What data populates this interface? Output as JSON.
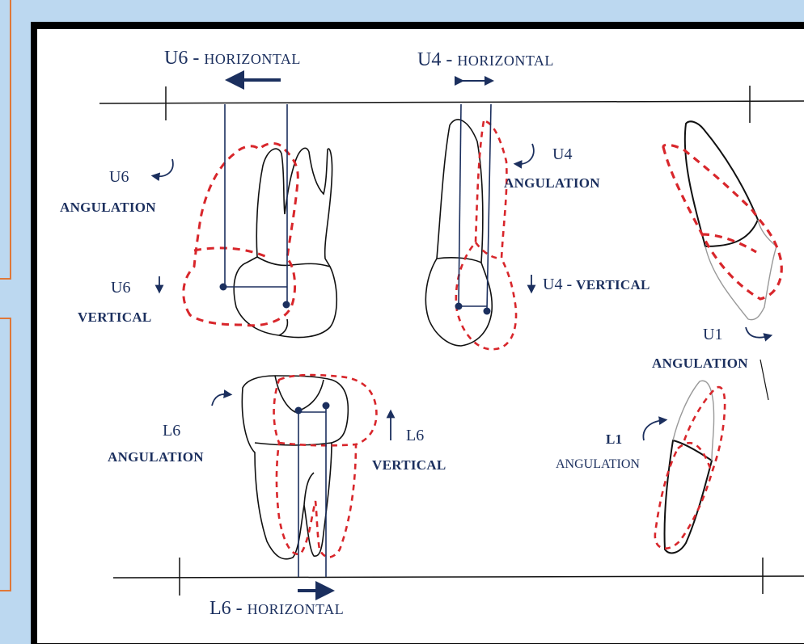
{
  "labels": {
    "u6_horizontal": {
      "code": "U6",
      "sep": " - ",
      "word": "HORIZONTAL"
    },
    "u4_horizontal": {
      "code": "U4",
      "sep": " - ",
      "word": "HORIZONTAL"
    },
    "l6_horizontal": {
      "code": "L6",
      "sep": " - ",
      "word": "HORIZONTAL"
    },
    "u6_angulation": {
      "code": "U6",
      "word": "ANGULATION"
    },
    "u6_vertical": {
      "code": "U6",
      "word": "VERTICAL"
    },
    "u4_angulation": {
      "code": "U4",
      "word": "ANGULATION"
    },
    "u4_vertical": {
      "code": "U4",
      "sep": " - ",
      "word": "VERTICAL"
    },
    "u1_angulation": {
      "code": "U1",
      "word": "ANGULATION"
    },
    "l6_angulation": {
      "code": "L6",
      "word": "ANGULATION"
    },
    "l6_vertical": {
      "code": "L6",
      "word": "VERTICAL"
    },
    "l1_angulation": {
      "code": "L1",
      "word": "ANGULATION"
    }
  },
  "colors": {
    "background": "#bcd8f0",
    "frame": "#000000",
    "label": "#1b2f5e",
    "tooth_outline": "#111111",
    "moved_outline": "#d8262b",
    "reference_line": "#1b2f5e",
    "panel_border": "#e07838"
  },
  "icons": {
    "arrow_left": "arrow-left-icon",
    "arrow_double": "arrow-left-right-icon",
    "arrow_right": "arrow-right-icon",
    "arrow_curve": "curved-arrow-icon",
    "arrow_down": "arrow-down-icon",
    "arrow_up": "arrow-up-icon"
  }
}
